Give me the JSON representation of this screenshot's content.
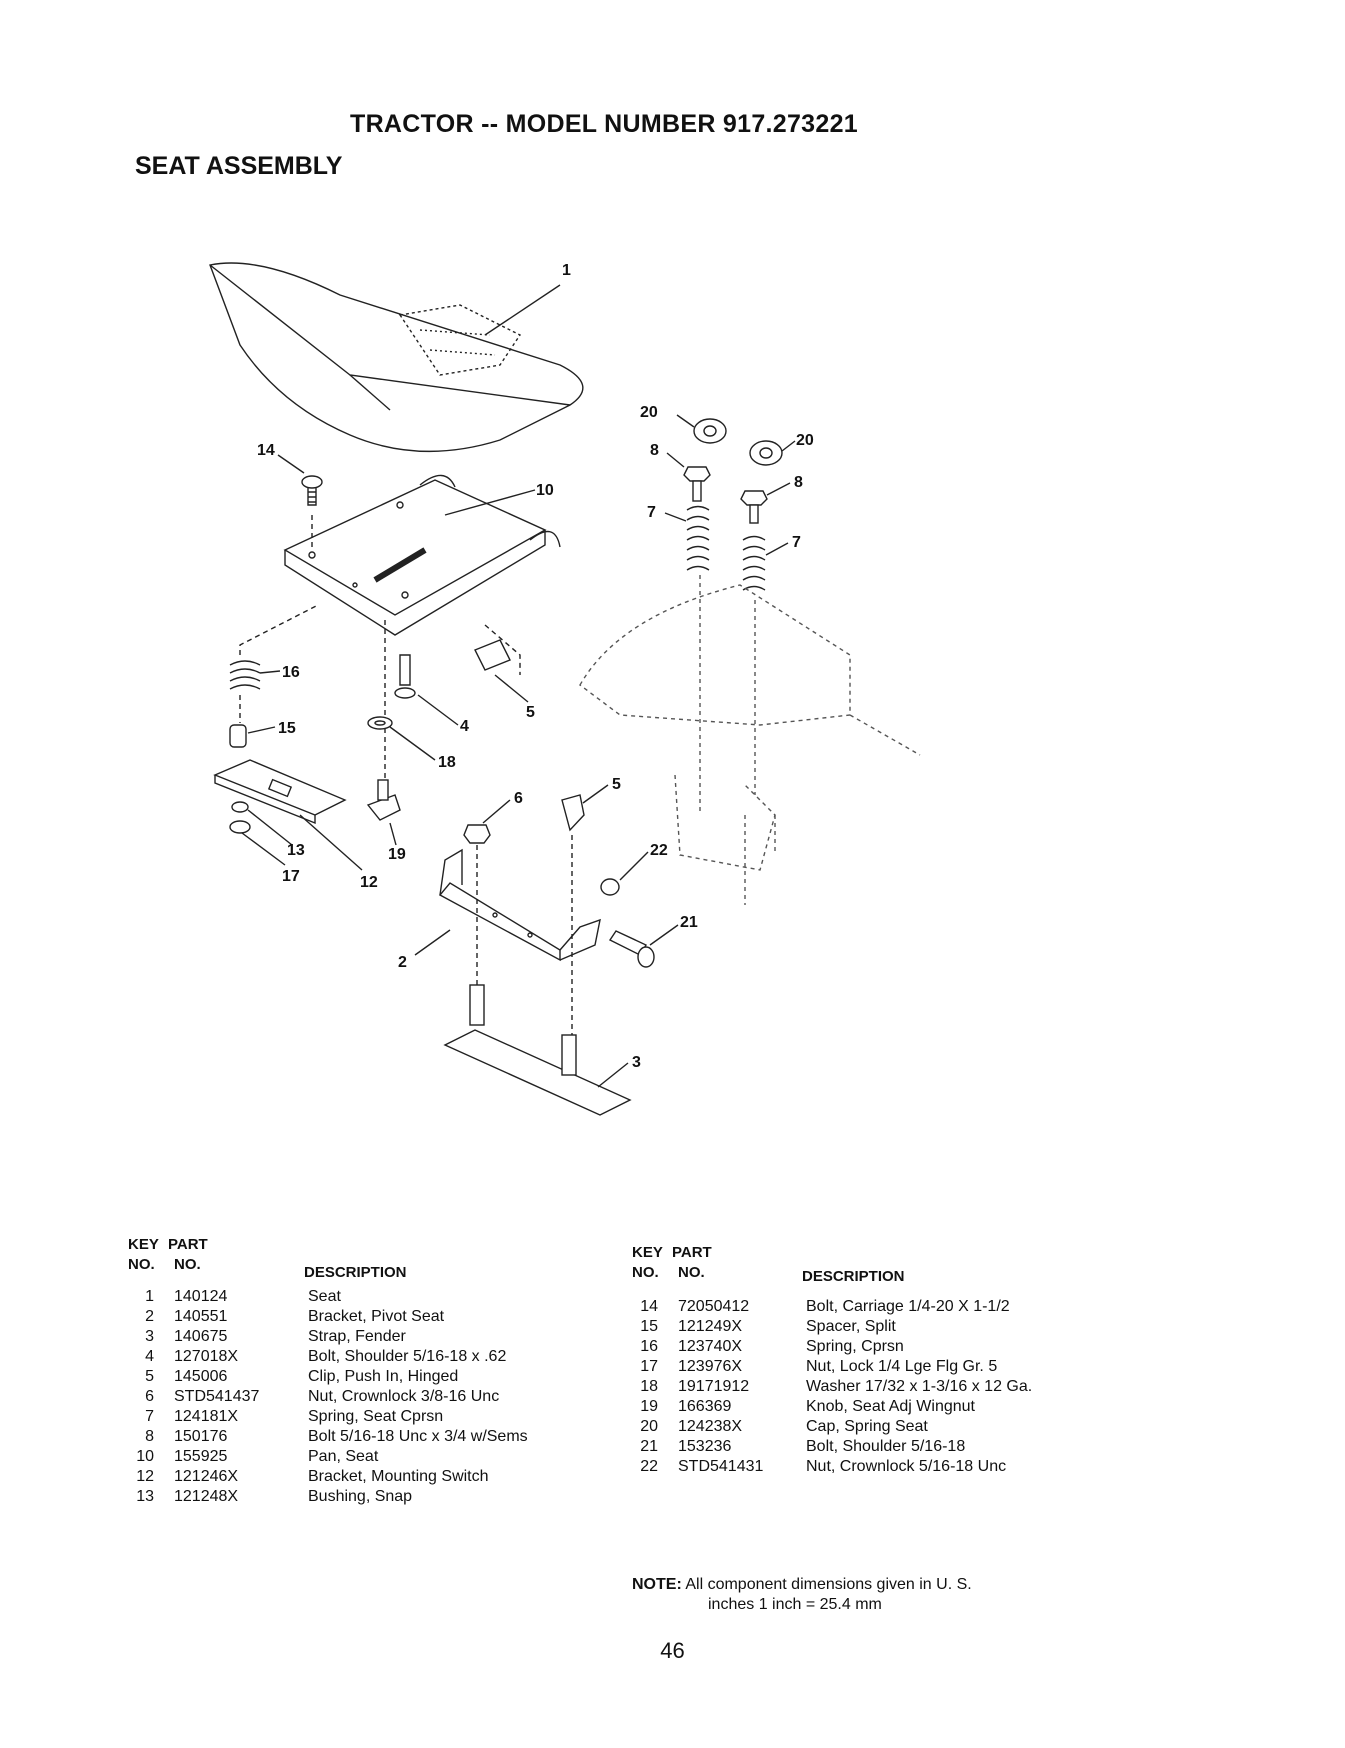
{
  "document": {
    "title": "TRACTOR -- MODEL NUMBER 917.273221",
    "section": "SEAT ASSEMBLY",
    "page_number": "46"
  },
  "diagram": {
    "callouts": [
      "1",
      "2",
      "3",
      "4",
      "5",
      "5",
      "6",
      "7",
      "7",
      "8",
      "8",
      "10",
      "12",
      "13",
      "14",
      "15",
      "16",
      "17",
      "18",
      "19",
      "20",
      "20",
      "21",
      "22"
    ]
  },
  "parts_table_headers": {
    "key_line1": "KEY",
    "key_line2": "NO.",
    "part_line1": "PART",
    "part_line2": "NO.",
    "description": "DESCRIPTION"
  },
  "parts_left": [
    {
      "key": "1",
      "part": "140124",
      "desc": "Seat"
    },
    {
      "key": "2",
      "part": "140551",
      "desc": "Bracket, Pivot Seat"
    },
    {
      "key": "3",
      "part": "140675",
      "desc": "Strap, Fender"
    },
    {
      "key": "4",
      "part": "127018X",
      "desc": "Bolt, Shoulder  5/16-18 x .62"
    },
    {
      "key": "5",
      "part": "145006",
      "desc": "Clip, Push In, Hinged"
    },
    {
      "key": "6",
      "part": "STD541437",
      "desc": "Nut, Crownlock  3/8-16 Unc"
    },
    {
      "key": "7",
      "part": "124181X",
      "desc": "Spring, Seat Cprsn"
    },
    {
      "key": "8",
      "part": "150176",
      "desc": "Bolt  5/16-18 Unc x 3/4 w/Sems"
    },
    {
      "key": "10",
      "part": "155925",
      "desc": "Pan, Seat"
    },
    {
      "key": "12",
      "part": "121246X",
      "desc": "Bracket, Mounting Switch"
    },
    {
      "key": "13",
      "part": "121248X",
      "desc": "Bushing, Snap"
    }
  ],
  "parts_right": [
    {
      "key": "14",
      "part": "72050412",
      "desc": "Bolt, Carriage  1/4-20 X 1-1/2"
    },
    {
      "key": "15",
      "part": "121249X",
      "desc": "Spacer, Split"
    },
    {
      "key": "16",
      "part": "123740X",
      "desc": "Spring, Cprsn"
    },
    {
      "key": "17",
      "part": "123976X",
      "desc": "Nut, Lock  1/4 Lge Flg Gr. 5"
    },
    {
      "key": "18",
      "part": "19171912",
      "desc": "Washer  17/32 x 1-3/16 x 12 Ga."
    },
    {
      "key": "19",
      "part": "166369",
      "desc": "Knob, Seat Adj Wingnut"
    },
    {
      "key": "20",
      "part": "124238X",
      "desc": "Cap, Spring Seat"
    },
    {
      "key": "21",
      "part": "153236",
      "desc": "Bolt, Shoulder  5/16-18"
    },
    {
      "key": "22",
      "part": "STD541431",
      "desc": "Nut, Crownlock  5/16-18 Unc"
    }
  ],
  "note": {
    "label": "NOTE:",
    "line1": "All component dimensions given in U. S.",
    "line2": "inches 1 inch = 25.4 mm"
  }
}
